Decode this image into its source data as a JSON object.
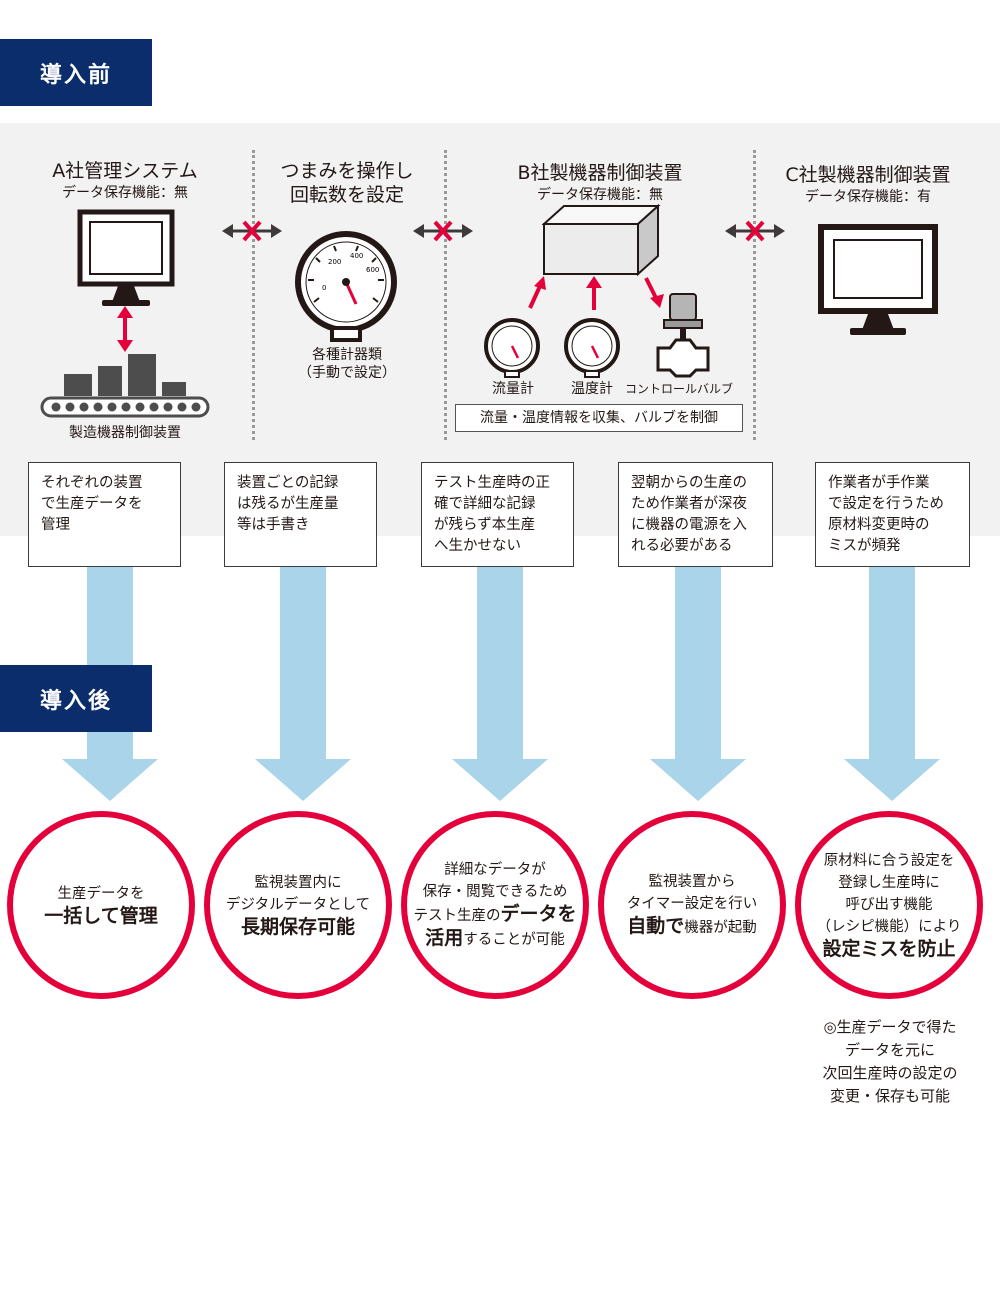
{
  "labels": {
    "before": "導入前",
    "after": "導入後"
  },
  "columns": {
    "a": {
      "title": "A社管理システム",
      "sub": "データ保存機能：無",
      "caption": "製造機器制御装置"
    },
    "knob": {
      "title_line1": "つまみを操作し",
      "title_line2": "回転数を設定",
      "caption_line1": "各種計器類",
      "caption_line2": "（手動で設定）"
    },
    "b": {
      "title": "B社製機器制御装置",
      "sub": "データ保存機能：無",
      "flow": "流量計",
      "temp": "温度計",
      "valve": "コントロールバルブ",
      "collect": "流量・温度情報を収集、バルブを制御"
    },
    "c": {
      "title": "C社製機器制御装置",
      "sub": "データ保存機能：有"
    }
  },
  "notes": [
    {
      "lines": [
        "それぞれの装置",
        "で生産データを",
        "管理"
      ]
    },
    {
      "lines": [
        "装置ごとの記録",
        "は残るが生産量",
        "等は手書き"
      ]
    },
    {
      "lines": [
        "テスト生産時の正",
        "確で詳細な記録",
        "が残らず本生産",
        "へ生かせない"
      ]
    },
    {
      "lines": [
        "翌朝からの生産の",
        "ため作業者が深夜",
        "に機器の電源を入",
        "れる必要がある"
      ]
    },
    {
      "lines": [
        "作業者が手作業",
        "で設定を行うため",
        "原材料変更時の",
        "ミスが頻発"
      ]
    }
  ],
  "results": [
    {
      "l1": "生産データを",
      "b1": "一括して管理"
    },
    {
      "l1": "監視装置内に",
      "l2": "デジタルデータとして",
      "b1": "長期保存可能"
    },
    {
      "l1": "詳細なデータが",
      "l2": "保存・閲覧できるため",
      "l3a": "テスト生産の",
      "l3b": "データを",
      "l4a": "活用",
      "l4b": "することが可能"
    },
    {
      "l1": "監視装置から",
      "l2": "タイマー設定を行い",
      "l3a": "自動で",
      "l3b": "機器が起動"
    },
    {
      "l1": "原材料に合う設定を",
      "l2": "登録し生産時に",
      "l3": "呼び出す機能",
      "l4": "（レシピ機能）により",
      "b1": "設定ミスを防止"
    }
  ],
  "footnote": [
    "◎生産データで得た",
    "データを元に",
    "次回生産時の設定の",
    "変更・保存も可能"
  ],
  "gauge_ticks": [
    "0",
    "200",
    "400",
    "600"
  ],
  "colors": {
    "navy": "#0c2d6b",
    "red": "#e4003a",
    "arrow": "#a9d4ea",
    "band": "#f2f2f2"
  }
}
